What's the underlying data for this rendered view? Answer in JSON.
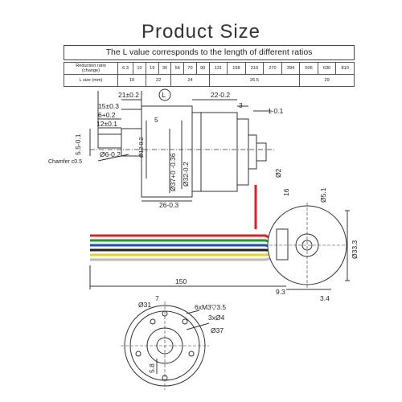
{
  "title": "Product Size",
  "table": {
    "caption": "The L value corresponds to the length of different ratios",
    "row1_label_line1": "Reduction ratio",
    "row1_label_line2": "(change)",
    "ratios": [
      "6.3",
      "10",
      "19",
      "30",
      "56",
      "70",
      "90",
      "131",
      "168",
      "210",
      "270",
      "394",
      "506",
      "630",
      "810"
    ],
    "row2_label": "L size (mm)",
    "lsizes": [
      {
        "value": "19",
        "span": 2
      },
      {
        "value": "22",
        "span": 2
      },
      {
        "value": "24",
        "span": 3
      },
      {
        "value": "26.5",
        "span": 5
      },
      {
        "value": "29",
        "span": 3
      }
    ]
  },
  "dims": {
    "d21": "21±0.2",
    "d15": "15±0.3",
    "d6": "6+0.2",
    "d12": "12±0.1",
    "d55": "5.5-0.1",
    "chamfer": "Chamfer c0.5",
    "d6shaft": "Ø6-0.2",
    "d5": "5",
    "d12b": "Ø12-0.2",
    "d37": "Ø37+0 -0.36",
    "d32": "Ø32-0.2",
    "d26": "26-0.3",
    "d22": "22-0.2",
    "d3": "3",
    "d1": "1-0.1",
    "d2": "Ø2",
    "d16": "16",
    "d51": "Ø5.1",
    "d333": "Ø33.3",
    "d150": "150",
    "d93": "9.3",
    "d34": "3.4",
    "d31": "Ø31",
    "d7": "7",
    "m3": "6xM3▽3.5",
    "d4": "3xØ4",
    "d37b": "Ø37",
    "d58": "5.8",
    "lmark": "L"
  },
  "colors": {
    "red": "#e02020",
    "green": "#1a9b2a",
    "blue": "#2249c8",
    "yellow": "#e8d21a",
    "white": "#dddddd",
    "black": "#222222"
  }
}
